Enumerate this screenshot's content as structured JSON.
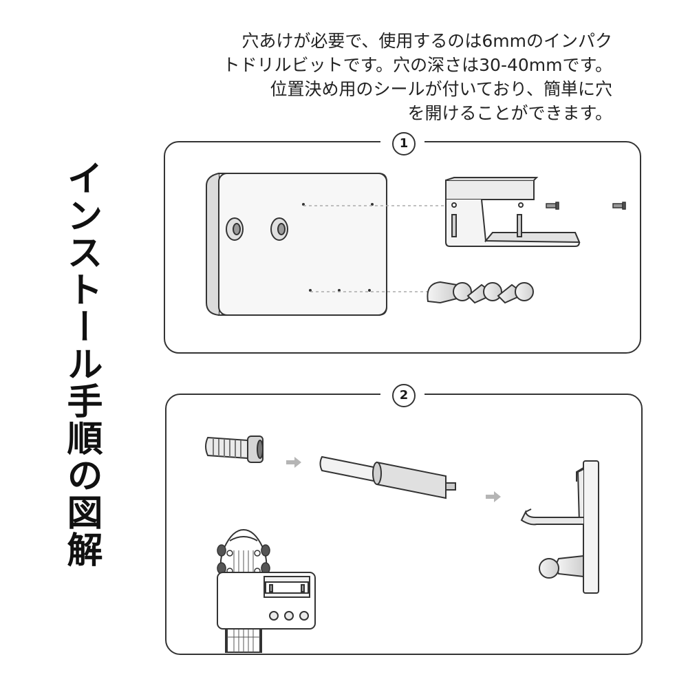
{
  "intro": {
    "lines": [
      "穴あけが必要で、使用するのは6mmのインパク",
      "トドリルビットです。穴の深さは30-40mmです。",
      "位置決め用のシールが付いており、簡単に穴",
      "を開けることができます。"
    ]
  },
  "title": "インストール手順の図解",
  "steps": [
    {
      "number": "1"
    },
    {
      "number": "2"
    }
  ],
  "colors": {
    "line": "#333333",
    "fill_light": "#f2f2f2",
    "fill_mid": "#d9d9d9",
    "arrow": "#b5b5b5"
  },
  "icons": [
    "wall-plate-illustration",
    "hanger-bracket-illustration",
    "screw-icon",
    "hook-pegs-illustration",
    "wall-anchor-illustration",
    "drill-bit-illustration",
    "arrow-icon",
    "side-view-hanger-illustration",
    "guitar-headstock-illustration",
    "assembled-hanger-illustration"
  ]
}
